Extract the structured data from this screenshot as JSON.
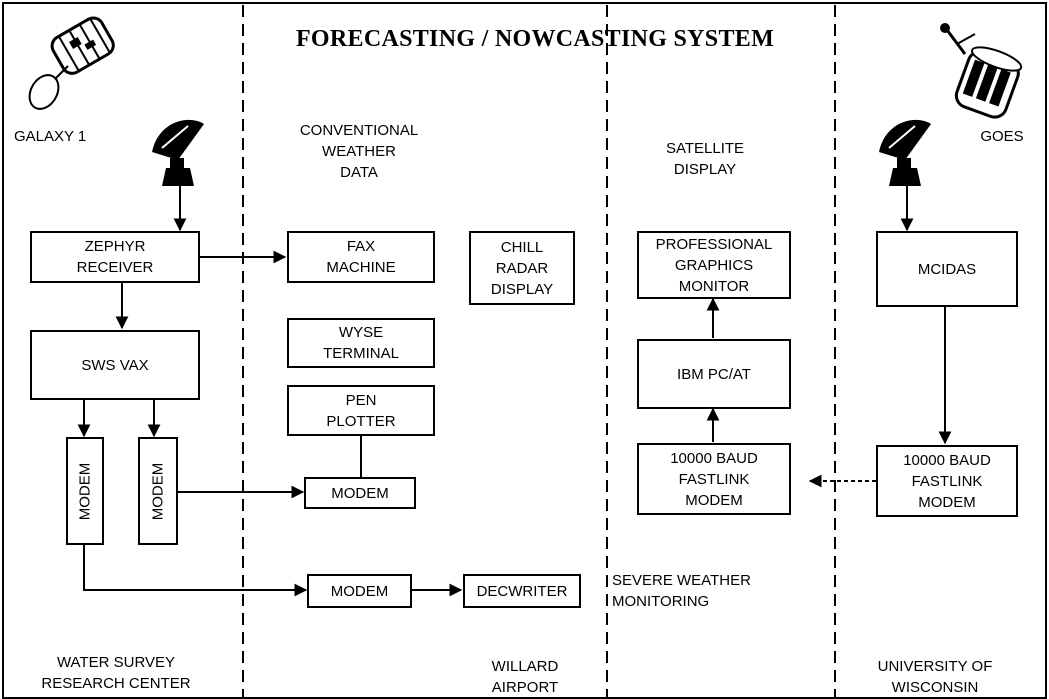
{
  "title": "FORECASTING / NOWCASTING SYSTEM",
  "labels": {
    "galaxy": "GALAXY 1",
    "goes": "GOES",
    "conventional": "CONVENTIONAL\nWEATHER\nDATA",
    "satellite_display": "SATELLITE\nDISPLAY",
    "severe_weather": "SEVERE WEATHER\nMONITORING",
    "water_survey": "WATER SURVEY\nRESEARCH CENTER",
    "willard": "WILLARD\nAIRPORT",
    "wisconsin": "UNIVERSITY OF\nWISCONSIN"
  },
  "boxes": {
    "zephyr": "ZEPHYR\nRECEIVER",
    "sws_vax": "SWS VAX",
    "modem_left1": "MODEM",
    "modem_left2": "MODEM",
    "fax": "FAX\nMACHINE",
    "wyse": "WYSE\nTERMINAL",
    "pen_plotter": "PEN\nPLOTTER",
    "modem_mid": "MODEM",
    "modem_bottom": "MODEM",
    "decwriter": "DECWRITER",
    "chill": "CHILL\nRADAR\nDISPLAY",
    "professional": "PROFESSIONAL\nGRAPHICS\nMONITOR",
    "ibm": "IBM PC/AT",
    "fastlink_left": "10000 BAUD\nFASTLINK\nMODEM",
    "mcidas": "MCIDAS",
    "fastlink_right": "10000 BAUD\nFASTLINK\nMODEM"
  },
  "icons": [
    "galaxy-satellite-icon",
    "goes-satellite-icon",
    "satellite-dish-icon"
  ]
}
